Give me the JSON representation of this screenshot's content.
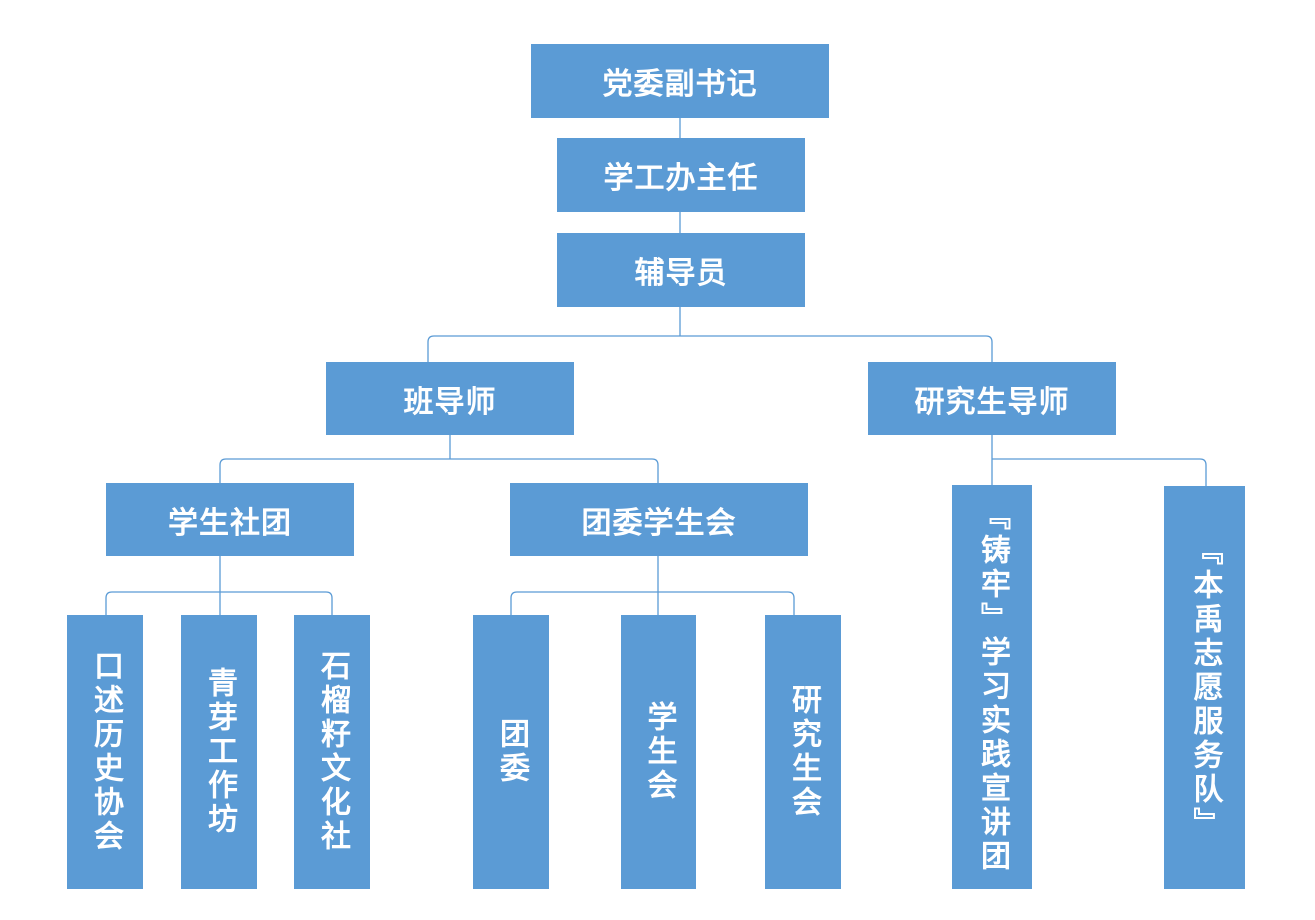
{
  "org": {
    "secretary": "党委副书记",
    "director": "学工办主任",
    "counselor": "辅导员",
    "class_mentor": "班导师",
    "grad_mentor": "研究生导师",
    "clubs": "学生社团",
    "league_union": "团委学生会",
    "oral_history": "口述历史协会",
    "qingya": "青芽工作坊",
    "pomegranate": "石榴籽文化社",
    "youth_league": "团委",
    "student_union": "学生会",
    "grad_union": "研究生会",
    "zhulao": "『铸牢』学习实践宣讲团",
    "benyu": "『本禹志愿服务队』"
  },
  "colors": {
    "node_fill": "#5b9bd5",
    "line": "#5b9bd5",
    "text": "#ffffff"
  }
}
